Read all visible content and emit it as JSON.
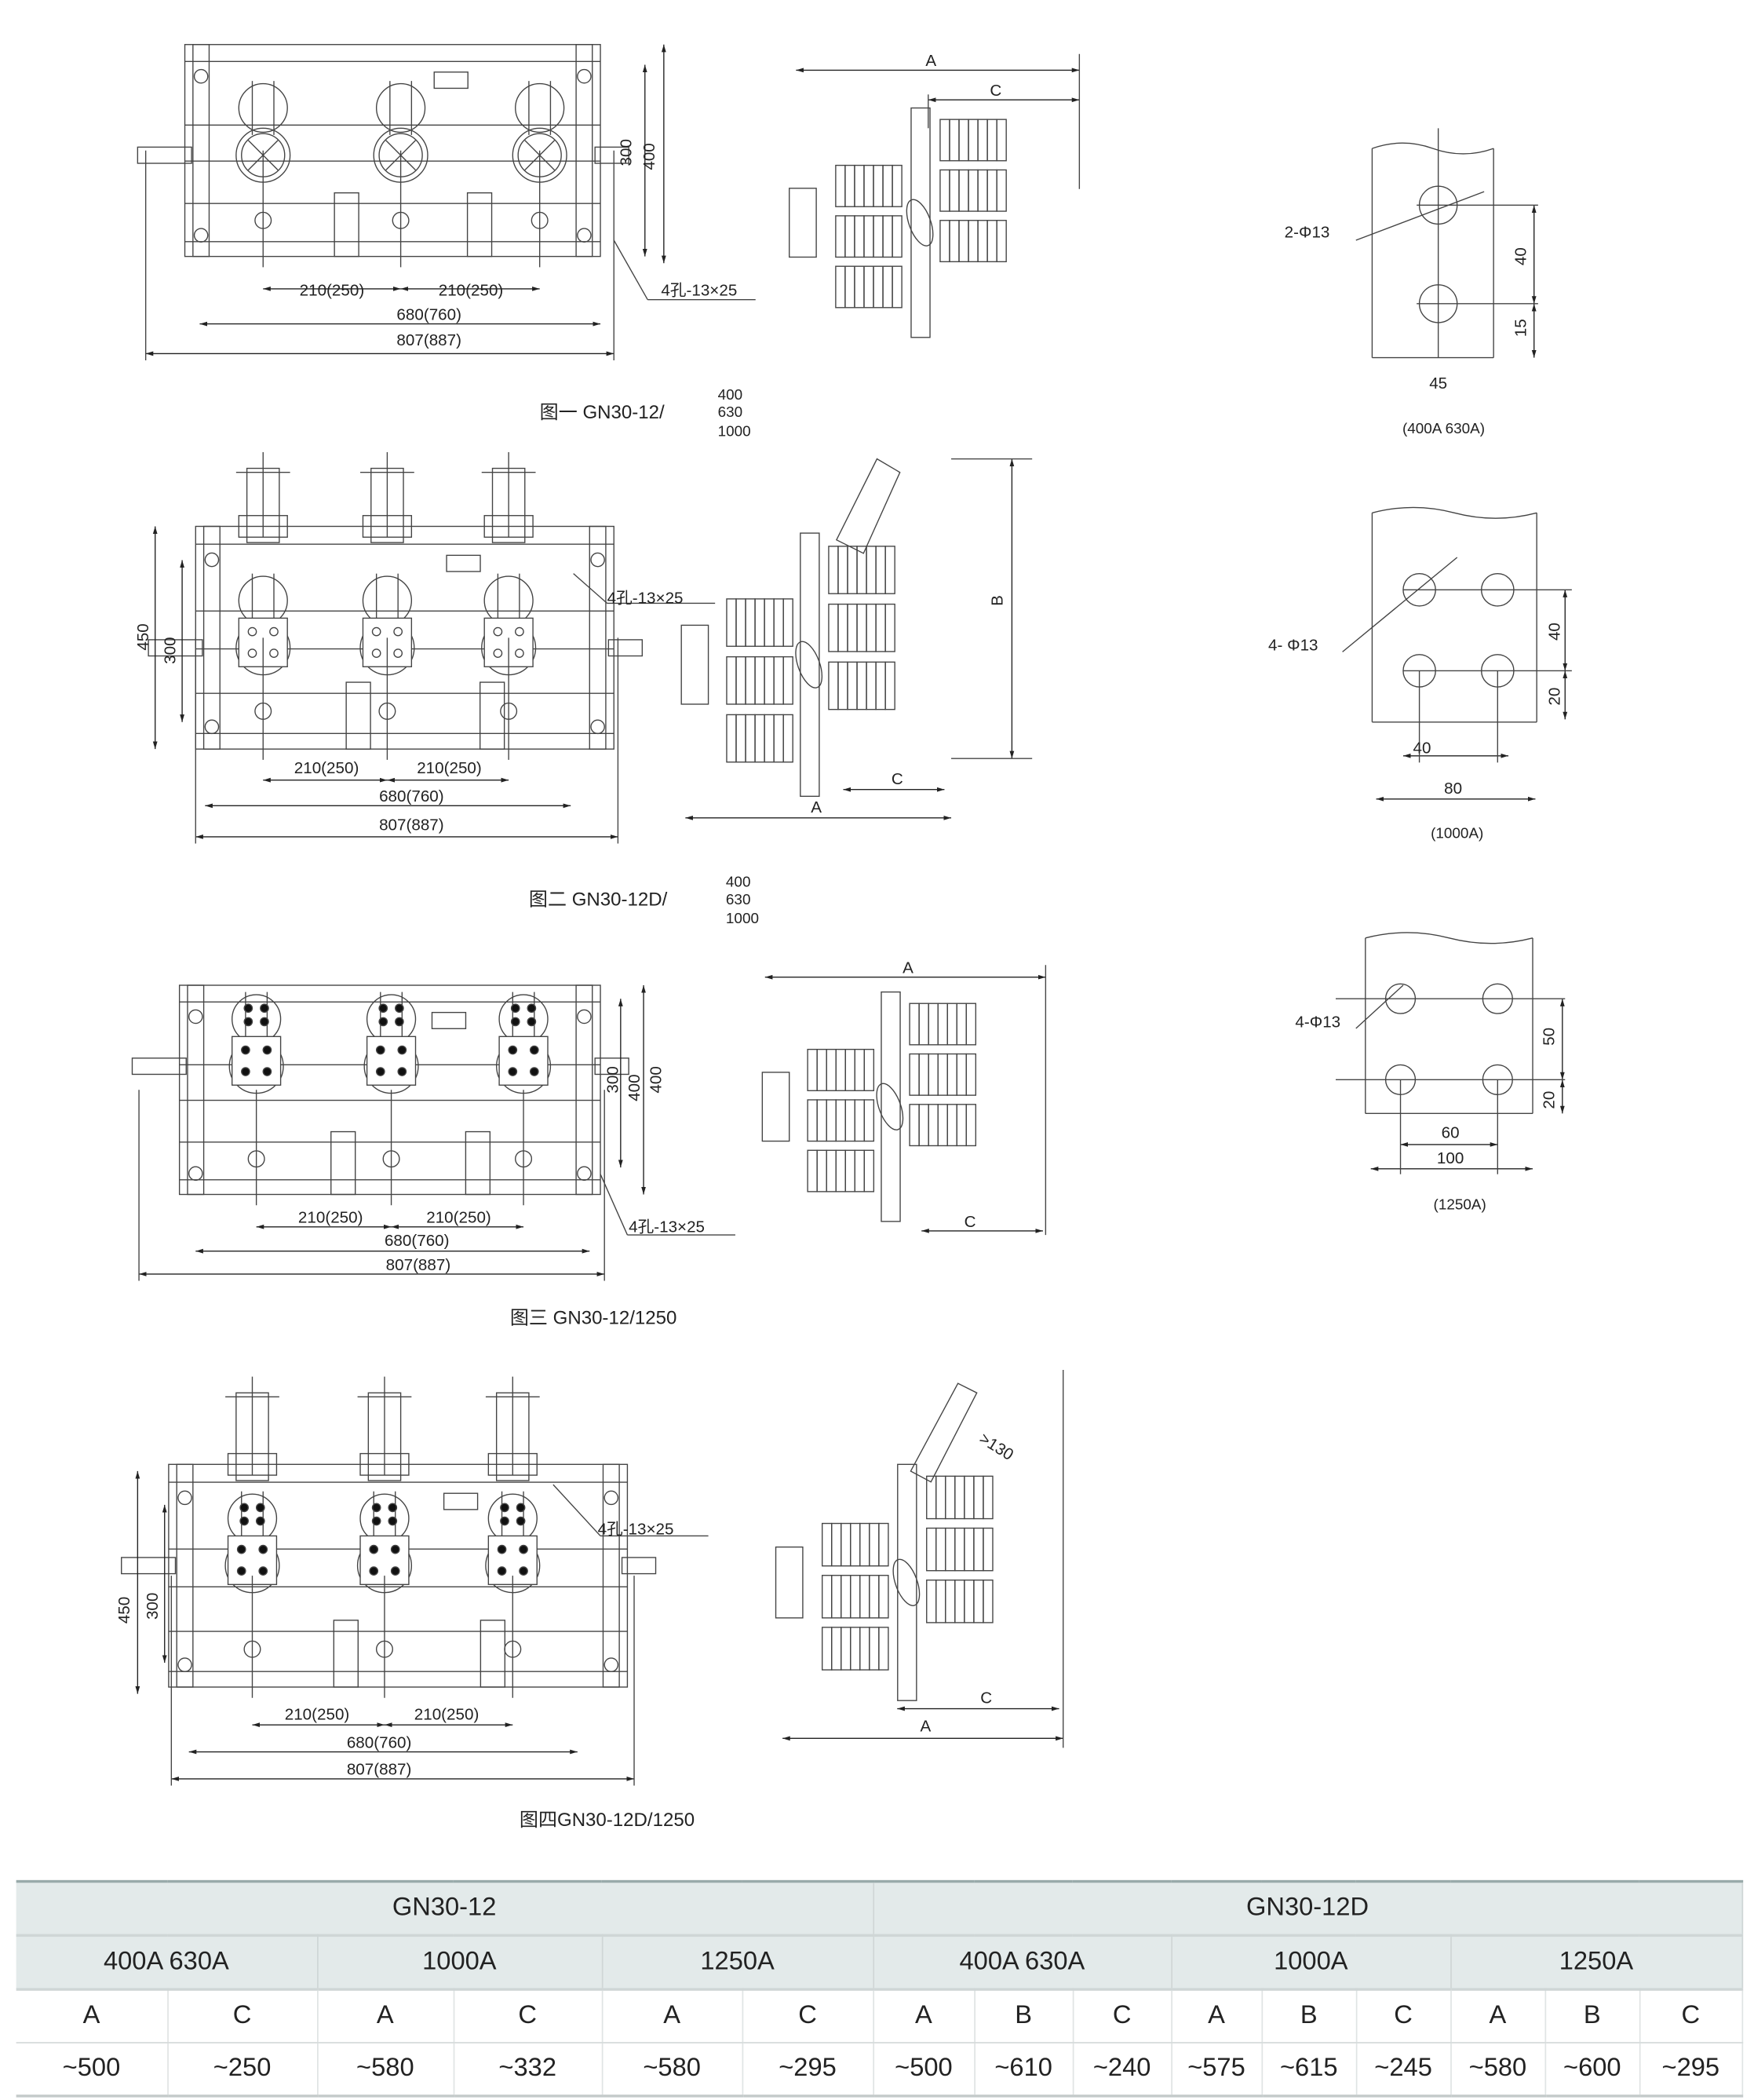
{
  "figures": [
    {
      "caption": "图一  GN30-12/",
      "ratings": [
        "400",
        "630",
        "1000"
      ],
      "front": {
        "pitch_left": "210(250)",
        "pitch_right": "210(250)",
        "mount_width": "680(760)",
        "overall_width": "807(887)",
        "height_inner": "300",
        "height_outer": "400",
        "mount_holes": "4孔-13×25"
      },
      "side": {
        "A": "A",
        "C": "C"
      },
      "detail": {
        "holes": "2-Φ13",
        "v1": "40",
        "v2": "15",
        "h1": "45",
        "note": "(400A 630A)"
      }
    },
    {
      "caption": "图二  GN30-12D/",
      "ratings": [
        "400",
        "630",
        "1000"
      ],
      "front": {
        "pitch_left": "210(250)",
        "pitch_right": "210(250)",
        "mount_width": "680(760)",
        "overall_width": "807(887)",
        "height_outer": "450",
        "height_inner": "300",
        "mount_holes": "4孔-13×25"
      },
      "side": {
        "A": "A",
        "B": "B",
        "C": "C"
      },
      "detail": {
        "holes": "4- Φ13",
        "v1": "40",
        "v2": "20",
        "h1": "40",
        "h2": "80",
        "note": "(1000A)"
      }
    },
    {
      "caption": "图三  GN30-12/1250",
      "front": {
        "pitch_left": "210(250)",
        "pitch_right": "210(250)",
        "mount_width": "680(760)",
        "overall_width": "807(887)",
        "height_inner": "300",
        "height_mid": "400",
        "height_outer": "400",
        "mount_holes": "4孔-13×25"
      },
      "side": {
        "A": "A",
        "C": "C"
      },
      "detail": {
        "holes": "4-Φ13",
        "v1": "50",
        "v2": "20",
        "h1": "60",
        "h2": "100",
        "note": "(1250A)"
      }
    },
    {
      "caption": "图四GN30-12D/1250",
      "front": {
        "pitch_left": "210(250)",
        "pitch_right": "210(250)",
        "mount_width": "680(760)",
        "overall_width": "807(887)",
        "height_outer": "450",
        "height_inner": "300",
        "mount_holes": "4孔-13×25"
      },
      "side": {
        "A": "A",
        "C": "C",
        "angle": ">130"
      }
    }
  ],
  "table": {
    "models": [
      "GN30-12",
      "GN30-12D"
    ],
    "ratings": [
      "400A 630A",
      "1000A",
      "1250A",
      "400A  630A",
      "1000A",
      "1250A"
    ],
    "columns": [
      "A",
      "C",
      "A",
      "C",
      "A",
      "C",
      "A",
      "B",
      "C",
      "A",
      "B",
      "C",
      "A",
      "B",
      "C"
    ],
    "values": [
      "~500",
      "~250",
      "~580",
      "~332",
      "~580",
      "~295",
      "~500",
      "~610",
      "~240",
      "~575",
      "~615",
      "~245",
      "~580",
      "~600",
      "~295"
    ]
  },
  "colors": {
    "line": "#333333",
    "header_bg": "#e3eaea"
  }
}
